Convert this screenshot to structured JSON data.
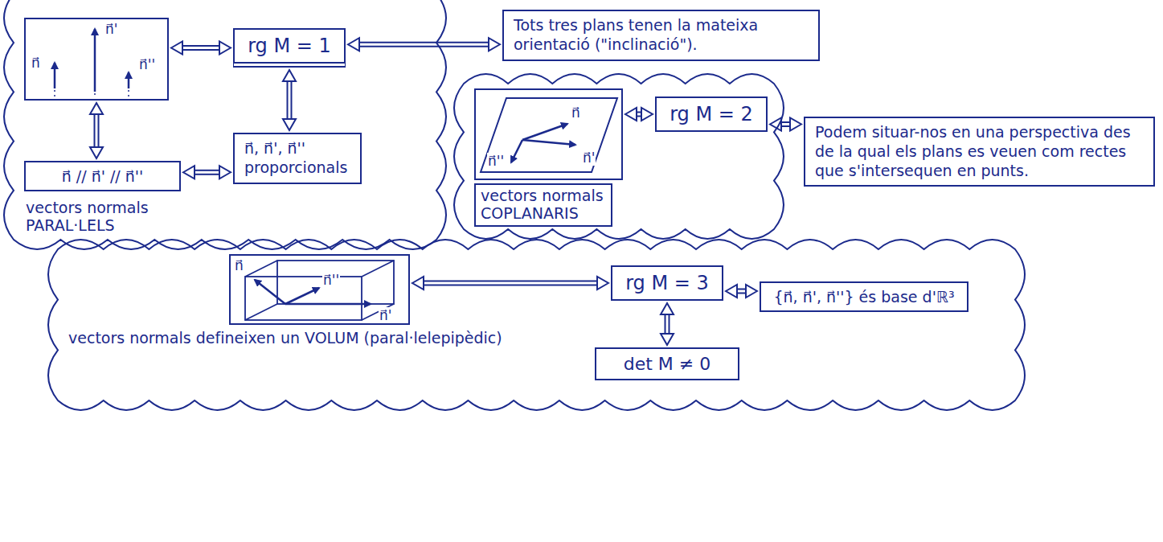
{
  "diagram": {
    "nodes": [
      {
        "text": [
          "vectors normals PARAL·LELS"
        ]
      },
      {
        "text": [
          "n⃗",
          "n⃗'",
          "n⃗''"
        ],
        "in": 0
      },
      {
        "text": [
          "rg M = 1"
        ],
        "in": 0
      },
      {
        "text": [
          "Tots tres plans tenen la mateixa orientació (\"inclinació\")."
        ]
      },
      {
        "text": [
          "n⃗ // n⃗' // n⃗''"
        ],
        "in": 0
      },
      {
        "text": [
          "n⃗, n⃗', n⃗'' proporcionals"
        ],
        "in": 0
      },
      {
        "text": [
          "vectors normals COPLANARIS"
        ]
      },
      {
        "text": [
          "n⃗",
          "n⃗'",
          "n⃗''"
        ],
        "in": 6
      },
      {
        "text": [
          "rg M = 2"
        ],
        "in": 6
      },
      {
        "text": [
          "Podem situar-nos en una perspectiva des de la qual els plans es veuen com rectes que s'intersequen en punts."
        ]
      },
      {
        "text": [
          "vectors normals defineixen un VOLUM (paral·lelepipèdic)"
        ]
      },
      {
        "text": [
          "n⃗",
          "n⃗''",
          "n⃗'"
        ],
        "in": 10
      },
      {
        "text": [
          "rg M = 3"
        ],
        "in": 10
      },
      {
        "text": [
          "{n⃗, n⃗', n⃗''} és base d'ℝ³"
        ],
        "in": 10
      },
      {
        "text": [
          "det M ≠ 0"
        ],
        "in": 10
      }
    ],
    "edges": [
      {
        "from": 1,
        "to": 2,
        "arrow": "both"
      },
      {
        "from": 2,
        "to": 3,
        "arrow": "both"
      },
      {
        "from": 1,
        "to": 4,
        "arrow": "both"
      },
      {
        "from": 2,
        "to": 5,
        "arrow": "both"
      },
      {
        "from": 4,
        "to": 5,
        "arrow": "both"
      },
      {
        "from": 7,
        "to": 8,
        "arrow": "both"
      },
      {
        "from": 8,
        "to": 9,
        "arrow": "both"
      },
      {
        "from": 11,
        "to": 12,
        "arrow": "both"
      },
      {
        "from": 12,
        "to": 13,
        "arrow": "both"
      },
      {
        "from": 12,
        "to": 14,
        "arrow": "both"
      }
    ]
  }
}
